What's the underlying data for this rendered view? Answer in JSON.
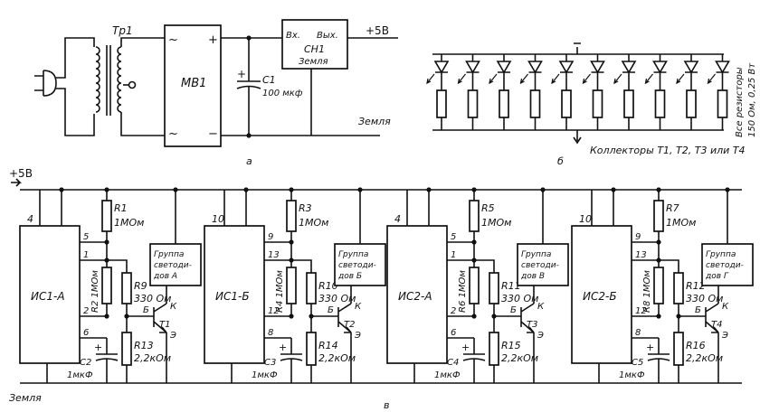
{
  "figure_a": {
    "transformer": "Тр1",
    "bridge": "МВ1",
    "plus": "+",
    "minus": "−",
    "tilde": "~",
    "capacitor_name": "C1",
    "capacitor_value": "100 мкф",
    "regulator_in": "Вх.",
    "regulator_out": "Вых.",
    "regulator_name": "СН1",
    "regulator_gnd": "Земля",
    "out_voltage": "+5В",
    "ground": "Земля",
    "caption": "а"
  },
  "figure_b": {
    "note_line1": "Все резисторы",
    "note_line2": "150 Ом, 0,25 Вт",
    "collectors": "Коллекторы Т1, Т2, Т3  или Т4",
    "caption": "б"
  },
  "figure_c": {
    "supply": "+5В",
    "ground": "Земля",
    "caption": "в",
    "blocks": [
      {
        "ic": "ИС1-А",
        "vcc_pin": "4",
        "p1": "5",
        "p2": "1",
        "p3": "2",
        "p4": "6",
        "r_top": "R1",
        "r_top_v": "1МОм",
        "r_mid": "R2 1МОм",
        "r_b": "R9",
        "r_b_v": "330 Ом",
        "r_e": "R13",
        "r_e_v": "2,2кОм",
        "cap": "C2",
        "cap_v": "1мкФ",
        "tr": "T1",
        "group_l1": "Группа",
        "group_l2": "светоди-",
        "group_l3": "дов А",
        "b": "Б",
        "k": "К",
        "e": "Э"
      },
      {
        "ic": "ИС1-Б",
        "vcc_pin": "10",
        "p1": "9",
        "p2": "13",
        "p3": "12",
        "p4": "8",
        "r_top": "R3",
        "r_top_v": "1МОм",
        "r_mid": "R4 1МОм",
        "r_b": "R10",
        "r_b_v": "330 Ом",
        "r_e": "R14",
        "r_e_v": "2,2кОм",
        "cap": "C3",
        "cap_v": "1мкФ",
        "tr": "T2",
        "group_l1": "Группа",
        "group_l2": "светоди-",
        "group_l3": "дов Б",
        "b": "Б",
        "k": "К",
        "e": "Э"
      },
      {
        "ic": "ИС2-А",
        "vcc_pin": "4",
        "p1": "5",
        "p2": "1",
        "p3": "2",
        "p4": "6",
        "r_top": "R5",
        "r_top_v": "1МОм",
        "r_mid": "R6 1МОм",
        "r_b": "R11",
        "r_b_v": "330 Ом",
        "r_e": "R15",
        "r_e_v": "2,2кОм",
        "cap": "C4",
        "cap_v": "1мкФ",
        "tr": "T3",
        "group_l1": "Группа",
        "group_l2": "светоди-",
        "group_l3": "дов В",
        "b": "Б",
        "k": "К",
        "e": "Э"
      },
      {
        "ic": "ИС2-Б",
        "vcc_pin": "10",
        "p1": "9",
        "p2": "13",
        "p3": "12",
        "p4": "8",
        "r_top": "R7",
        "r_top_v": "1МОм",
        "r_mid": "R8 1МОм",
        "r_b": "R12",
        "r_b_v": "330 Ом",
        "r_e": "R16",
        "r_e_v": "2,2кОм",
        "cap": "C5",
        "cap_v": "1мкФ",
        "tr": "T4",
        "group_l1": "Группа",
        "group_l2": "светоди-",
        "group_l3": "дов Г",
        "b": "Б",
        "k": "К",
        "e": "Э"
      }
    ]
  }
}
